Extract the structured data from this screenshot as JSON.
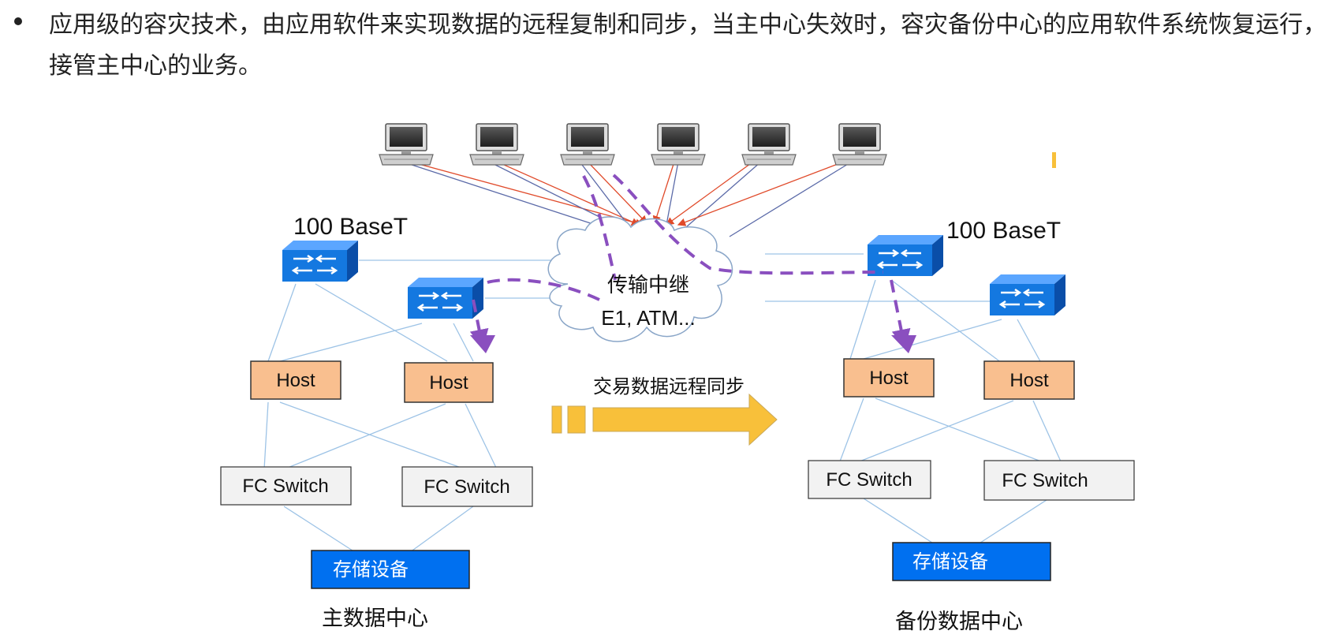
{
  "intro": {
    "text": "应用级的容灾技术，由应用软件来实现数据的远程复制和同步，当主中心失效时，容灾备份中心的应用软件系统恢复运行，接管主中心的业务。"
  },
  "diagram": {
    "left_network_label": "100 BaseT",
    "right_network_label": "100 BaseT",
    "cloud_line1": "传输中继",
    "cloud_line2": "E1, ATM...",
    "sync_label": "交易数据远程同步",
    "host_label": "Host",
    "fc_switch_label": "FC Switch",
    "storage_label": "存储设备",
    "primary_center_label": "主数据中心",
    "backup_center_label": "备份数据中心",
    "colors": {
      "host_fill": "#f9bf8f",
      "storage_fill": "#0070f0",
      "switch_blue": "#1478e0",
      "dashed_path": "#8a4fbf",
      "arrow_fill": "#f8c03a",
      "client_line_red": "#e04a2a",
      "client_line_blue": "#5b6aa8",
      "link_line": "#9dc3e6"
    }
  }
}
